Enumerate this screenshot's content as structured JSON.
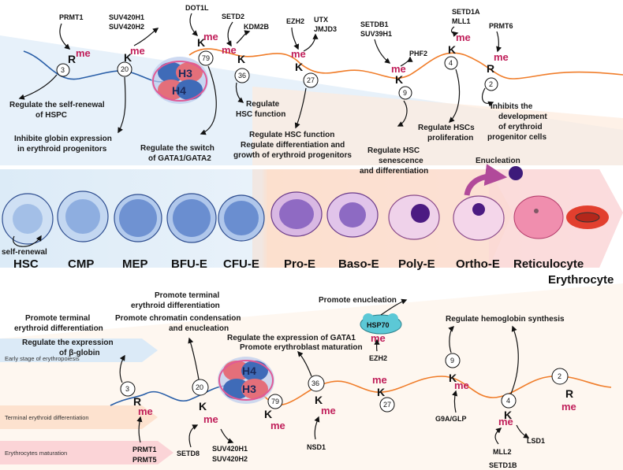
{
  "colors": {
    "me": "#c01f5a",
    "blue_chain": "#2a5fa8",
    "orange_chain": "#f07d2a",
    "arrow": "#111111",
    "enucleation_arrow": "#b14a9a"
  },
  "top_enzymes": {
    "prmt1": "PRMT1",
    "suv420": [
      "SUV420H1",
      "SUV420H2"
    ],
    "dot1l": "DOT1L",
    "setd2": "SETD2",
    "kdm2b": "KDM2B",
    "ezh2": "EZH2",
    "utx": [
      "UTX",
      "JMJD3"
    ],
    "setdb1": [
      "SETDB1",
      "SUV39H1"
    ],
    "phf2": "PHF2",
    "setd1a": [
      "SETD1A",
      "MLL1"
    ],
    "prmt6": "PRMT6"
  },
  "top_residues": {
    "r3": {
      "letter": "R",
      "num": "3"
    },
    "k20": {
      "letter": "K",
      "num": "20"
    },
    "k79": {
      "letter": "K",
      "num": "79"
    },
    "k36": {
      "letter": "K",
      "num": "36"
    },
    "k27": {
      "letter": "K",
      "num": "27"
    },
    "k9": {
      "letter": "K",
      "num": "9"
    },
    "k4": {
      "letter": "K",
      "num": "4"
    },
    "r2": {
      "letter": "R",
      "num": "2"
    },
    "me": "me"
  },
  "histones": {
    "h3": "H3",
    "h4": "H4"
  },
  "top_functions": {
    "f1": [
      "Regulate the self-renewal",
      "of HSPC"
    ],
    "f2": [
      "Inhibite globin expression",
      "in erythroid progenitors"
    ],
    "f3": [
      "Regulate the switch",
      "of GATA1/GATA2"
    ],
    "f4": [
      "Regulate",
      "HSC function"
    ],
    "f5": [
      "Regulate HSC function",
      "Regulate differentiation and",
      "growth of erythroid progenitors"
    ],
    "f6": [
      "Regulate HSC",
      "senescence",
      "and differentiation"
    ],
    "f7": [
      "Regulate HSCs",
      "proliferation"
    ],
    "f8": [
      "Inhibits the",
      "development",
      "of erythroid",
      "progenitor cells"
    ]
  },
  "stages": [
    "HSC",
    "CMP",
    "MEP",
    "BFU-E",
    "CFU-E",
    "Pro-E",
    "Baso-E",
    "Poly-E",
    "Ortho-E",
    "Reticulocyte",
    "Erythrocyte"
  ],
  "self_renewal": "self-renewal",
  "enucleation": "Enucleation",
  "side_labels": [
    "Early stage of erythropoiesis",
    "Terminal erythroid differentiation",
    "Erythrocytes maturation"
  ],
  "bottom_functions": {
    "b1": [
      "Promote terminal",
      "erythroid differentiation"
    ],
    "b2": [
      "Regulate the expression",
      "of β-globin"
    ],
    "b3": [
      "Promote terminal",
      "erythroid differentiation",
      "Promote chromatin condensation",
      "and enucleation"
    ],
    "b4": [
      "Regulate the expression of GATA1",
      "Promote erythroblast maturation"
    ],
    "b5": "Promote enucleation",
    "b6": "Regulate hemoglobin synthesis"
  },
  "bottom_enzymes": {
    "prmt": [
      "PRMT1",
      "PRMT5"
    ],
    "setd8": "SETD8",
    "suv420": [
      "SUV420H1",
      "SUV420H2"
    ],
    "nsd1": "NSD1",
    "hsp70": "HSP70",
    "ezh2": "EZH2",
    "g9a": "G9A/GLP",
    "mll2": "MLL2",
    "setd1b": "SETD1B",
    "lsd1": "LSD1"
  }
}
